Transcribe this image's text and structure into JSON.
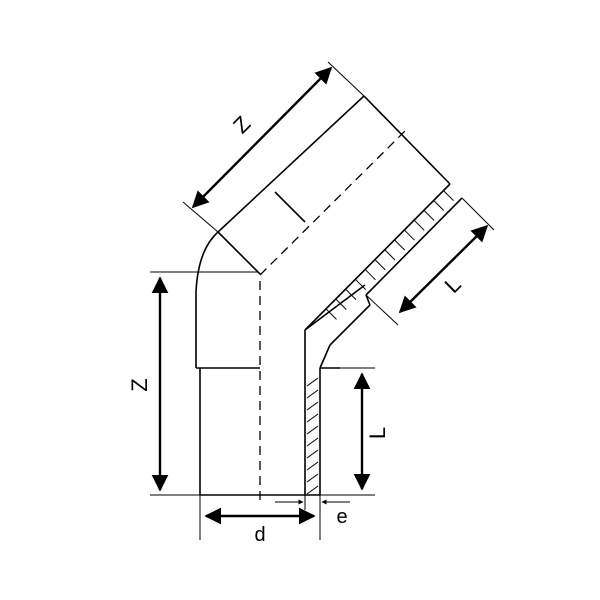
{
  "labels": {
    "z_diagonal": "Z",
    "z_vertical": "Z",
    "l_diagonal": "L",
    "l_vertical": "L",
    "d": "d",
    "e": "e"
  }
}
